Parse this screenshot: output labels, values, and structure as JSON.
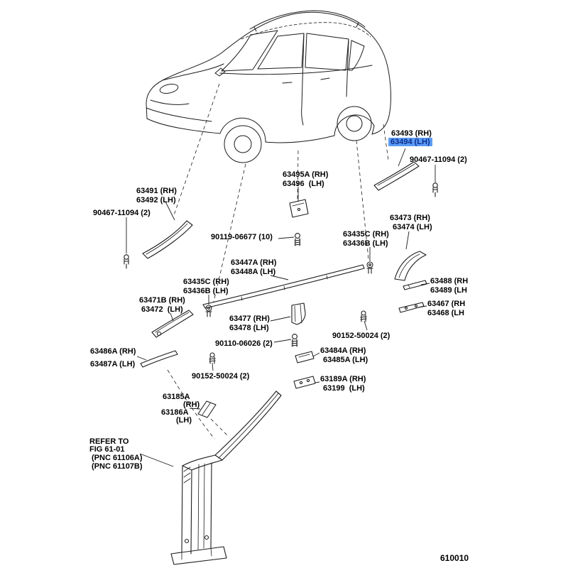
{
  "figure": {
    "number": "610010"
  },
  "highlight": {
    "background": "#5b9bf3",
    "text": "#0c2d8f"
  },
  "labels": {
    "p63493": "63493 (RH)",
    "p63494": "63494 (LH)",
    "p90467_right": "90467-11094 (2)",
    "p63495a": "63495A (RH)",
    "p63496": "63496  (LH)",
    "p63491": "63491 (RH)",
    "p63492": "63492 (LH)",
    "p90467_left": "90467-11094 (2)",
    "p90119": "90119-06677 (10)",
    "p63473": "63473 (RH)",
    "p63474": "63474 (LH)",
    "p63435c_right": "63435C (RH)",
    "p63436b_right": "63436B (LH)",
    "p63447a": "63447A (RH)",
    "p63448a": "63448A (LH)",
    "p63435c_left": "63435C (RH)",
    "p63436b_left": "63436B (LH)",
    "p63488": "63488 (RH",
    "p63489": "63489 (LH",
    "p63467": "63467 (RH",
    "p63468": "63468 (LH",
    "p63471b": "63471B (RH)",
    "p63472": "63472  (LH)",
    "p63477": "63477 (RH)",
    "p63478": "63478 (LH)",
    "p90152_right": "90152-50024 (2)",
    "p90110": "90110-06026 (2)",
    "p63486a": "63486A (RH)",
    "p63487a": "63487A (LH)",
    "p63484a": "63484A (RH)",
    "p63485a": "63485A (LH)",
    "p90152_left": "90152-50024 (2)",
    "p63189a": "63189A (RH)",
    "p63199": "63199  (LH)",
    "p63185a": "63185A",
    "p63185a_side": "(RH)",
    "p63186a": "63186A",
    "p63186a_side": "(LH)",
    "refer_line1": "REFER TO",
    "refer_line2": "FIG 61-01",
    "refer_line3": "(PNC 61106A)",
    "refer_line4": "(PNC 61107B)"
  }
}
